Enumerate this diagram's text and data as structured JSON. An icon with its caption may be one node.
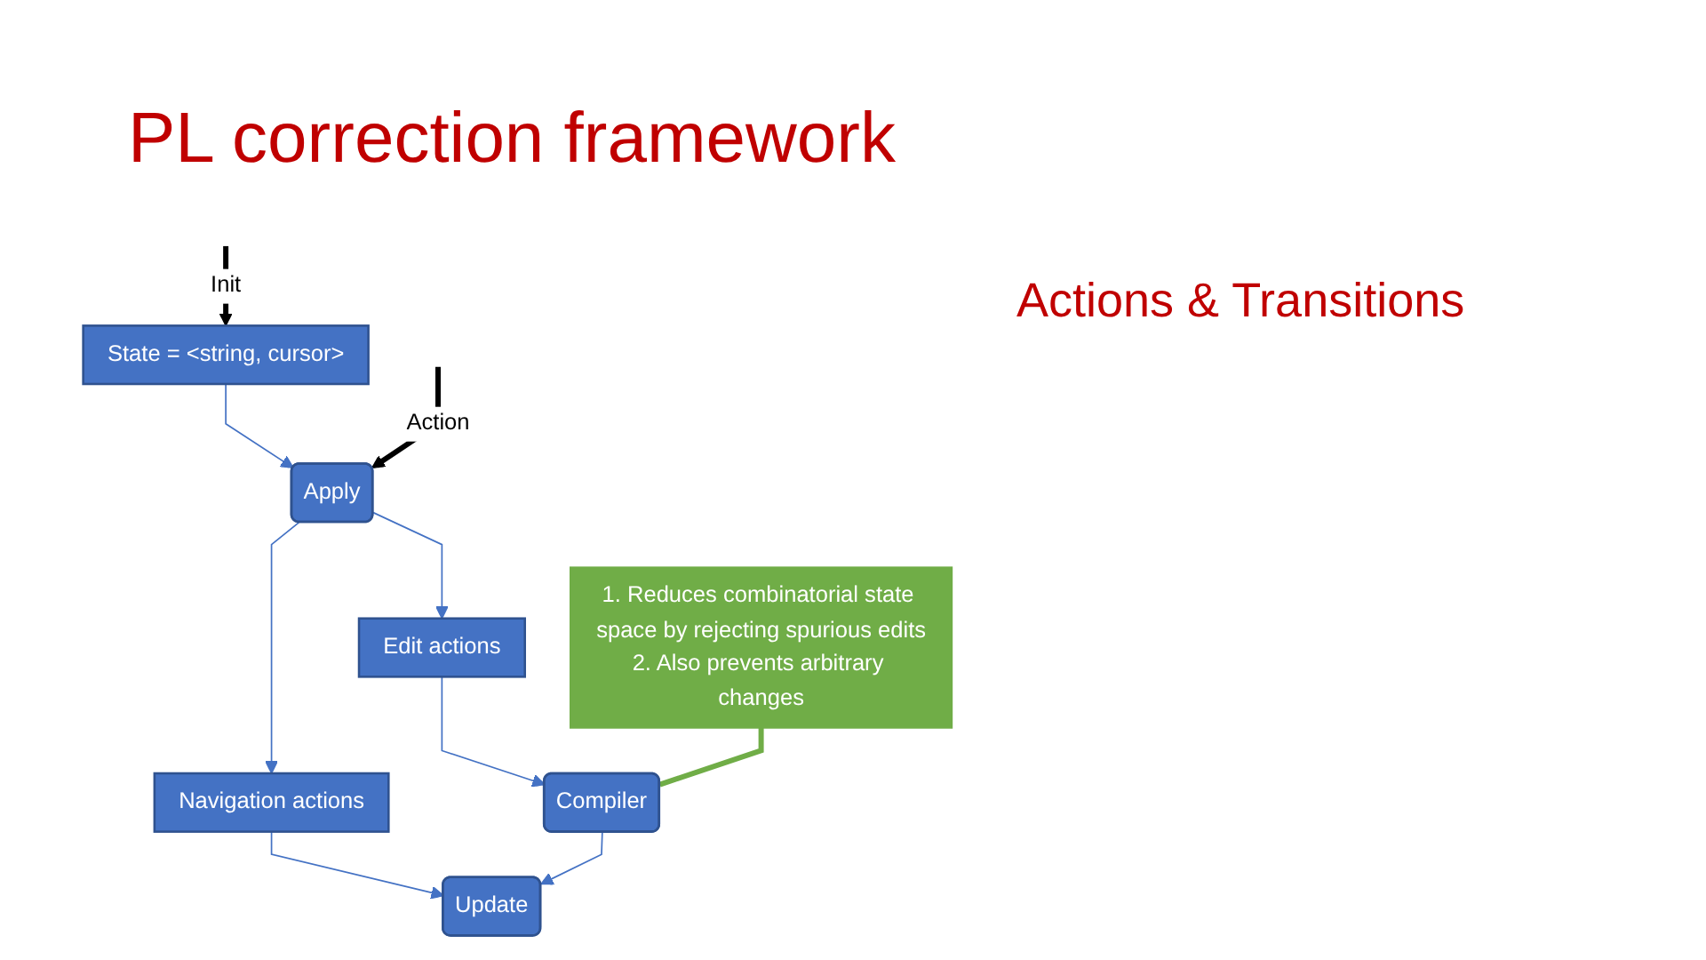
{
  "diagram": {
    "title": "PL correction framework",
    "nodes": [
      {
        "text": [
          "State = <string, cursor>"
        ]
      },
      {
        "text": [
          "Apply"
        ]
      },
      {
        "text": [
          "Navigation actions"
        ]
      },
      {
        "text": [
          "Edit actions"
        ]
      },
      {
        "text": [
          "Compiler"
        ]
      },
      {
        "text": [
          "Update"
        ]
      },
      {
        "text": [
          "1. Reduces combinatorial state space by rejecting spurious edits",
          "2. Also prevents arbitrary changes"
        ]
      }
    ],
    "edges": [
      {
        "from": null,
        "to": 0,
        "arrow": "to",
        "label": "Init",
        "style": "thick",
        "color": "#000000"
      },
      {
        "from": 0,
        "to": 1,
        "arrow": "to"
      },
      {
        "from": null,
        "to": 1,
        "arrow": "to",
        "label": "Action",
        "style": "thick",
        "color": "#000000"
      },
      {
        "from": 1,
        "to": 2,
        "arrow": "to"
      },
      {
        "from": 1,
        "to": 3,
        "arrow": "to"
      },
      {
        "from": 3,
        "to": 4,
        "arrow": "to"
      },
      {
        "from": 2,
        "to": 5,
        "arrow": "to"
      },
      {
        "from": 4,
        "to": 5,
        "arrow": "to"
      },
      {
        "from": 6,
        "to": 4,
        "arrow": "none",
        "style": "thick",
        "color": "#70ad47"
      }
    ],
    "labels": [
      "Actions & Transitions"
    ]
  }
}
